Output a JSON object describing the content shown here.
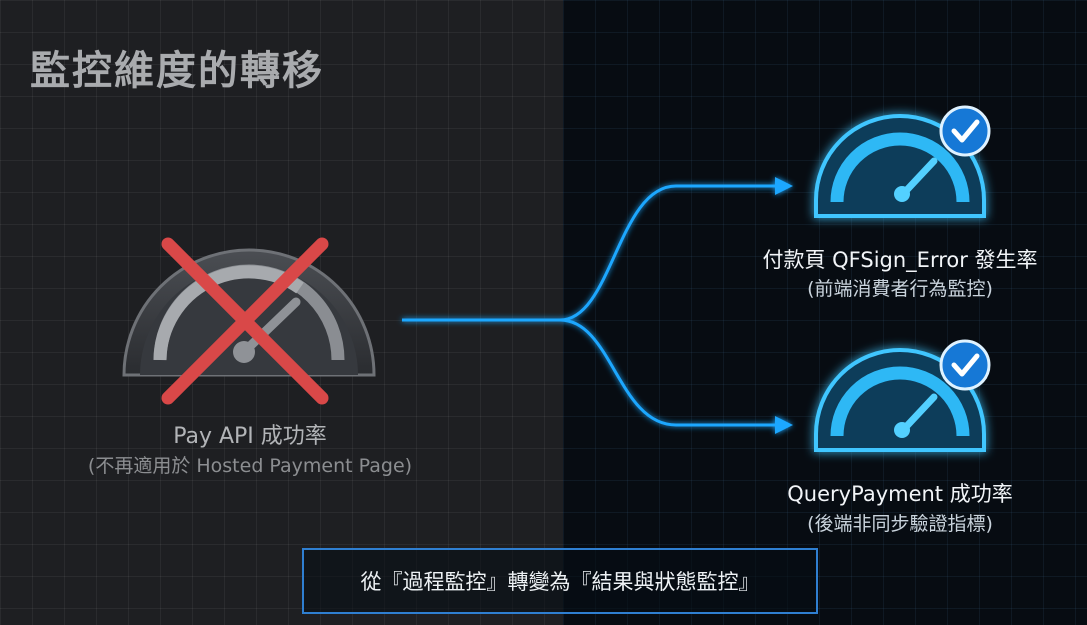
{
  "title": "監控維度的轉移",
  "old_metric": {
    "label": "Pay API 成功率",
    "note": "(不再適用於 Hosted Payment Page)",
    "icon": "gauge-crossed-out",
    "status": "deprecated"
  },
  "new_metrics": [
    {
      "label": "付款頁 QFSign_Error 發生率",
      "note": "(前端消費者行為監控)",
      "icon": "gauge-checkmark"
    },
    {
      "label": "QueryPayment 成功率",
      "note": "(後端非同步驗證指標)",
      "icon": "gauge-checkmark"
    }
  ],
  "summary": "從『過程監控』轉變為『結果與狀態監控』",
  "colors": {
    "accent": "#1ea7ff",
    "gauge_glow": "#24b8ff",
    "cross": "#d94848",
    "check": "#1678d6",
    "banner_border": "#2f7fd1"
  }
}
